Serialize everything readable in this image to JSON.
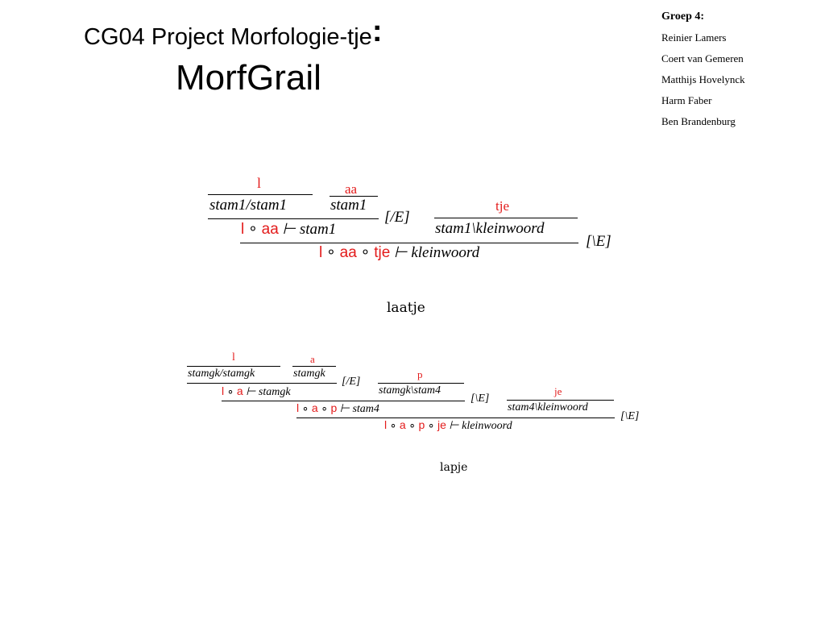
{
  "slide": {
    "title_line1": "CG04 Project Morfologie-tje",
    "title_colon": ":",
    "title_line2": "MorfGrail"
  },
  "group": {
    "heading": "Groep 4:",
    "members": [
      "Reinier Lamers",
      "Coert van Gemeren",
      "Matthijs Hovelynck",
      "Harm Faber",
      "Ben Brandenburg"
    ]
  },
  "derivation1": {
    "word": "laatje",
    "lex1_word": "l",
    "lex1_type": "stam1/stam1",
    "lex2_word": "aa",
    "lex2_type": "stam1",
    "step1_w1": "l",
    "step1_op": "∘",
    "step1_w2": "aa",
    "step1_res": "⊢ stam1",
    "step1_rule": "[/E]",
    "lex3_word": "tje",
    "lex3_type": "stam1\\kleinwoord",
    "step2_w1": "l",
    "step2_op1": "∘",
    "step2_w2": "aa",
    "step2_op2": "∘",
    "step2_w3": "tje",
    "step2_res": "⊢ kleinwoord",
    "step2_rule": "[\\E]"
  },
  "derivation2": {
    "word": "lapje",
    "lex1_word": "l",
    "lex1_type": "stamgk/stamgk",
    "lex2_word": "a",
    "lex2_type": "stamgk",
    "step1_w1": "l",
    "step1_op": "∘",
    "step1_w2": "a",
    "step1_res": "⊢ stamgk",
    "step1_rule": "[/E]",
    "lex3_word": "p",
    "lex3_type": "stamgk\\stam4",
    "step2_w1": "l",
    "step2_op1": "∘",
    "step2_w2": "a",
    "step2_op2": "∘",
    "step2_w3": "p",
    "step2_res": "⊢ stam4",
    "step2_rule": "[\\E]",
    "lex4_word": "je",
    "lex4_type": "stam4\\kleinwoord",
    "step3_w1": "l",
    "step3_op1": "∘",
    "step3_w2": "a",
    "step3_op2": "∘",
    "step3_w3": "p",
    "step3_op3": "∘",
    "step3_w4": "je",
    "step3_res": "⊢ kleinwoord",
    "step3_rule": "[\\E]"
  }
}
